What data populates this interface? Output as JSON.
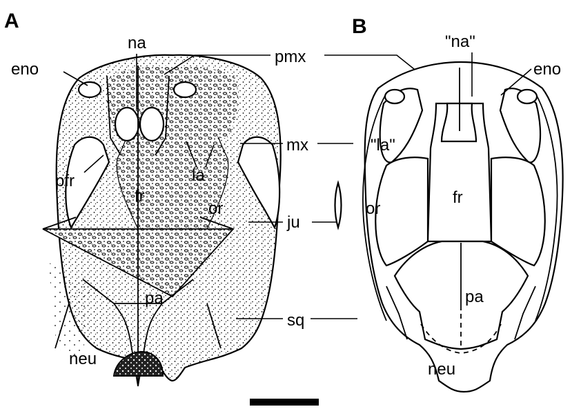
{
  "figure": {
    "panels": [
      {
        "letter": "A"
      },
      {
        "letter": "B"
      }
    ],
    "labels_a": {
      "na": "na",
      "eno": "eno",
      "pfr": "pfr",
      "fr": "fr",
      "la": "la",
      "or": "or",
      "pa": "pa",
      "neu": "neu"
    },
    "labels_shared": {
      "pmx": "pmx",
      "mx": "mx",
      "ju": "ju",
      "sq": "sq"
    },
    "labels_b": {
      "na": "\"na\"",
      "eno": "eno",
      "la": "\"la\"",
      "or": "or",
      "fr": "fr",
      "pa": "pa",
      "neu": "neu"
    }
  }
}
